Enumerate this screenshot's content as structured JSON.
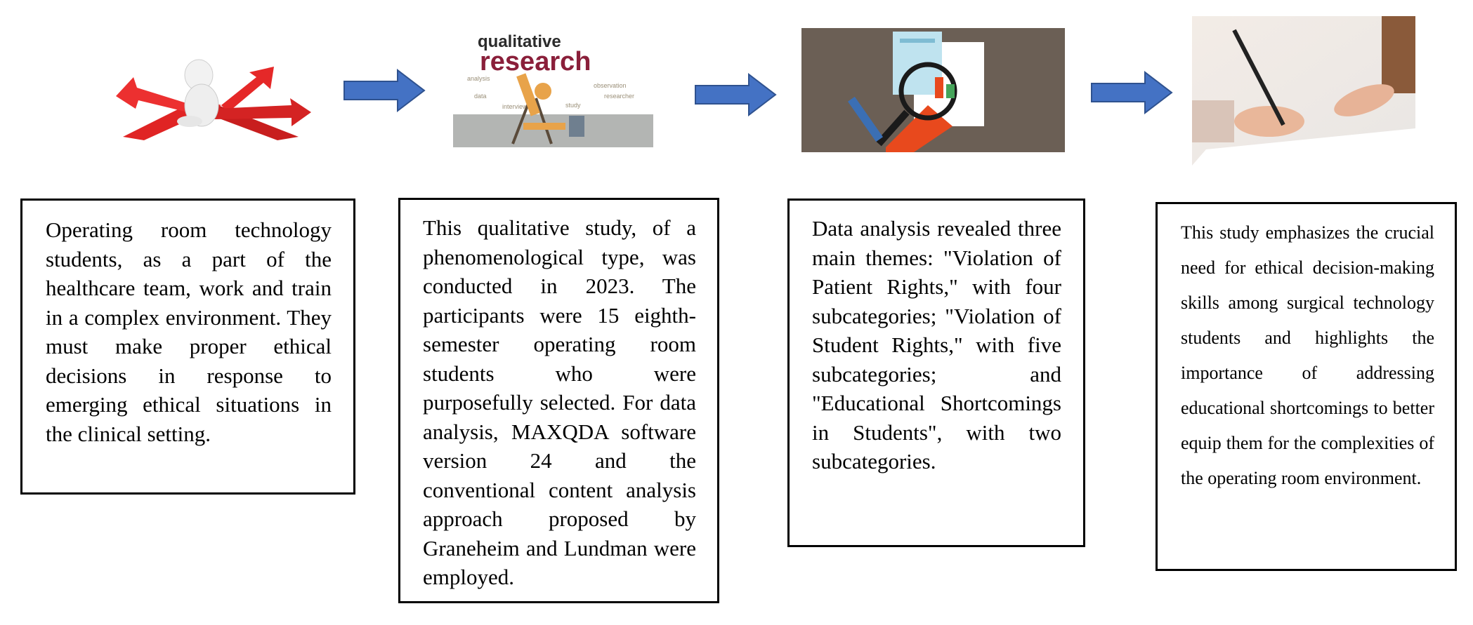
{
  "steps": [
    {
      "image": "decision-crossroads-figure",
      "text": "Operating room technology students, as a part of the healthcare team, work and train in a complex environment. They must make proper ethical decisions in response to emerging ethical situations in the clinical setting."
    },
    {
      "image": "qualitative-research-wordcloud",
      "image_text_top": "qualitative",
      "image_text_main": "research",
      "text": "This qualitative study, of a phenomenological type, was conducted in 2023. The participants were 15 eighth-semester operating room students who were purposefully selected. For data analysis, MAXQDA software version 24 and the conventional content analysis approach proposed by Graneheim and Lundman were employed."
    },
    {
      "image": "data-analysis-magnifier",
      "text": "Data analysis revealed three main themes: \"Violation of Patient Rights,\" with four subcategories; \"Violation of Student Rights,\" with five subcategories; and \"Educational Shortcomings in Students\", with two subcategories."
    },
    {
      "image": "hand-writing-photo",
      "text": "This study emphasizes the crucial need for ethical decision-making skills among surgical technology students and highlights the importance of addressing educational shortcomings to better equip them for the complexities of the operating room environment."
    }
  ],
  "colors": {
    "arrow": "#4472C4",
    "arrow_stroke": "#2F528F",
    "border": "#000000",
    "analysis_bg": "#6b5f55",
    "arrow_red": "#e32b2b"
  }
}
